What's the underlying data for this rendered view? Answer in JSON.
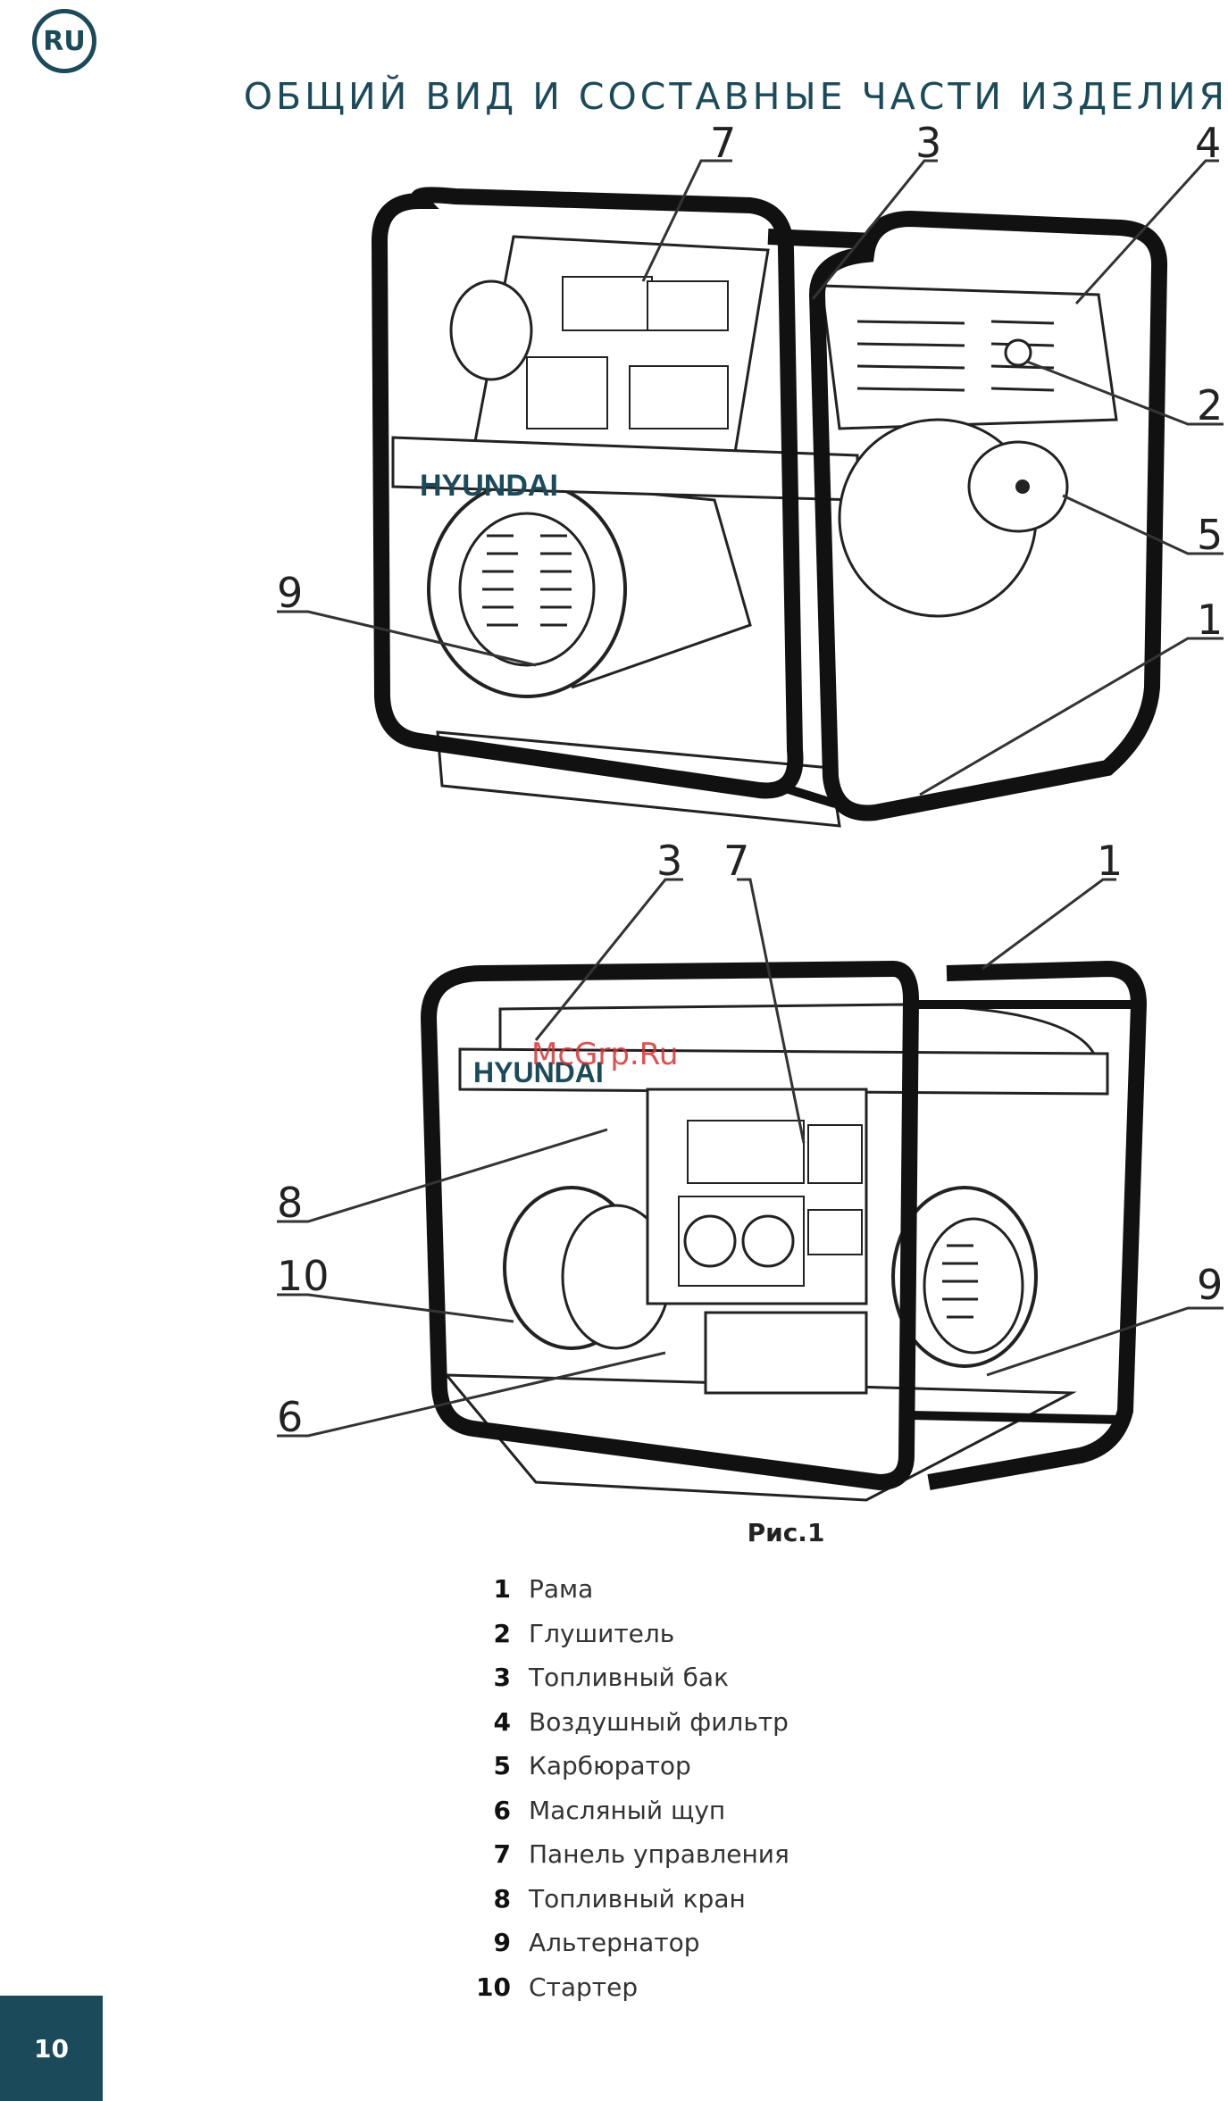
{
  "header": {
    "lang_badge": "RU",
    "title": "ОБЩИЙ ВИД И СОСТАВНЫЕ ЧАСТИ ИЗДЕЛИЯ"
  },
  "figure": {
    "caption": "Рис.1",
    "brand": "HYUNDAI",
    "watermark": "McGrp.Ru",
    "top_callouts": [
      "7",
      "3",
      "4",
      "2",
      "5",
      "1",
      "9"
    ],
    "bottom_callouts": [
      "3",
      "7",
      "1",
      "8",
      "10",
      "9",
      "6"
    ]
  },
  "legend": [
    {
      "num": "1",
      "label": "Рама"
    },
    {
      "num": "2",
      "label": "Глушитель"
    },
    {
      "num": "3",
      "label": "Топливный бак"
    },
    {
      "num": "4",
      "label": "Воздушный фильтр"
    },
    {
      "num": "5",
      "label": "Карбюратор"
    },
    {
      "num": "6",
      "label": "Масляный щуп"
    },
    {
      "num": "7",
      "label": "Панель управления"
    },
    {
      "num": "8",
      "label": "Топливный кран"
    },
    {
      "num": "9",
      "label": "Альтернатор"
    },
    {
      "num": "10",
      "label": "Стартер"
    }
  ],
  "footer": {
    "page_number": "10"
  },
  "colors": {
    "accent": "#1b4a5a",
    "watermark": "#d93030"
  }
}
